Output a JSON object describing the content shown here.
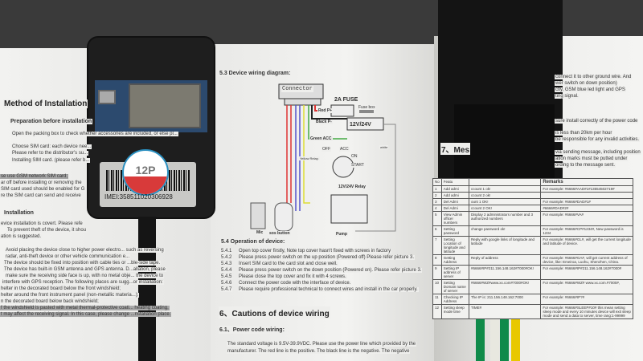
{
  "left_page": {
    "heading": "Method of Installation",
    "sub_heading": "Preparation before installation",
    "items": [
      "Open the packing box to check whether accessories are included, or else pl...",
      "Choose SIM card: each device nee...",
      "Please refer to the distributor's su...",
      "Installing SIM card. (please refer b..."
    ],
    "sim_notes": [
      "se use GSM network SIM card;",
      "ar off before installing or removing the",
      "SIM card used should be enabled for G",
      "re the SIM card can send and receive"
    ],
    "installation_heading": "Installation",
    "body_lines": [
      "evice installation is covert. Please refe",
      "To prevent theft of the device, it shou",
      "ation is suggested.",
      "Avoid placing the device close to higher power electro... such as reversing",
      "radar, anti-theft device or other vehicle communication e...",
      "The device should be fixed into position with cable ties or ...ble-side tape.",
      "The device has built-in GSM antenna and GPS antenna. D...allation, please",
      "make sure the receiving side face is up, with no metal obje... the device to",
      "interfere with GPS reception. The following places are sugg...or installation:",
      "helter in the decorated board below the front windshield;",
      "helter around the front instrument panel (non-metallic materia...);",
      "n the decorated board below back windshield;",
      "f the windshield is pasted with metal thermal-protective coati... heating coating,",
      "t may affect the receiving signal. In this case, please change ...nstallation place."
    ]
  },
  "device": {
    "sticker": "12P",
    "imei": "IMEI:358511020306928"
  },
  "center_page": {
    "diagram_title": "5.3 Device wiring diagram:",
    "diagram_labels": {
      "connector": "Connector",
      "fuse": "2A FUSE",
      "fuse_box": "Fuse box",
      "red": "Red P+",
      "black": "Black P-",
      "battery": "12V/24V",
      "green": "Green ACC",
      "off": "OFF",
      "acc": "ACC",
      "on": "ON",
      "start": "START",
      "yellow": "Yellow Relay.",
      "white": "white",
      "relay": "12V/24V Relay",
      "mic": "Mic",
      "sos": "sos button",
      "pump": "Pump"
    },
    "operation_title": "5.4 Operation of device:",
    "operation_items": [
      {
        "num": "5.4.1",
        "text": "Open top cover firstly, Note top cover hasn't fixed with screws in factory"
      },
      {
        "num": "5.4.2",
        "text": "Please press power switch on the up position (Powered off) Please refer picture 3."
      },
      {
        "num": "5.4.3",
        "text": "Insert SIM card to the card slot and close well."
      },
      {
        "num": "5.4.4",
        "text": "Please press power switch on the down position (Powered on). Please refer picture 3."
      },
      {
        "num": "5.4.5",
        "text": "Please close the top cover and fix it with 4 screws."
      },
      {
        "num": "5.4.6",
        "text": "Connect the power code with the interface of device."
      },
      {
        "num": "5.4.7",
        "text": "Please require professional technical to connect wires and install in the car properly."
      }
    ],
    "cautions_title": "6、Cautions of device wiring",
    "power_title": "6.1、Power code wiring:",
    "power_text": [
      "The standard voltage is 9.5V-39.9VDC. Please use the power line which provided by the",
      "manufacturer. The red line is the positive. The black line is the negative. The negative"
    ]
  },
  "right_page": {
    "lines": [
      "connect it to other ground wire. And",
      "wer switch on down position)",
      "ctly, GSM blue led light and GPS",
      "ting signal.",
      "sure install correctly of the power code",
      "is less than 20km per hour",
      "be responsible for any invalid activities.",
      "via sending message, including position",
      "ation marks must be putted under",
      "ording to the message sent."
    ],
    "section": "7、Mes",
    "table_headers": [
      "No",
      "Featu",
      "",
      "Remarks"
    ],
    "table_rows": [
      [
        "1",
        "Add admi",
        "ccount 1 ok!",
        "For example: #6666#AAD#1#13554502719#"
      ],
      [
        "2",
        "Add admi",
        "ccount 2 ok!",
        ""
      ],
      [
        "3",
        "Del Admi",
        "ount 1 OK!",
        "For example: #6666#DAD#1#"
      ],
      [
        "4",
        "Del Admi",
        "ccount 2 OK!",
        "#6666#DAD#2#"
      ],
      [
        "5",
        "View Admin officer numbers",
        "Display 2 administrators number and 3 authorized numbers",
        "For example: #6666#VA#"
      ],
      [
        "6",
        "Setting password",
        "change password ok!",
        "For example: #6666#CP#1234#, New password is 1234"
      ],
      [
        "7",
        "Setting Location of longitude and latitude",
        "Reply with google links of longitude and latitude",
        "For example: #6666#GL#, will get the current longitude and latitude of device."
      ],
      [
        "8",
        "Getting Address",
        "Reply of address",
        "For example: #6666#GA#, will get current address of device, like: Emeiroa, Luohu, Shenzhen, China."
      ],
      [
        "9",
        "Setting IP address of server",
        "#6666#IP#211.156.148.162#7000#OK!",
        "For example: #6666#IP#211.156.148.162#7000#"
      ],
      [
        "10",
        "Setting Domain name of server",
        "#6666#WZ#www.xx.com#7000#OK!",
        "For example: #6666#WZ# www.xx.com.#7000#,"
      ],
      [
        "11",
        "Checking IP Address",
        "The IP is: 211.156.148.162:7000",
        "For example: #6666#IP?#"
      ],
      [
        "12",
        "Setting sleep mode time",
        "TIME#",
        "For example: #6666#SLEEP#10# this mean setting sleep mode and every 10 minutes device will exit sleep mode and send a data to server, time rang:1-99999"
      ]
    ]
  },
  "colors": {
    "device": "#1e1e1e",
    "green_wire": "#0f8a4a",
    "white_wire": "#e8e8e0",
    "yellow_wire": "#e8c800",
    "sticker_red": "#d83a3a",
    "sticker_blue": "#2a8fc0"
  }
}
